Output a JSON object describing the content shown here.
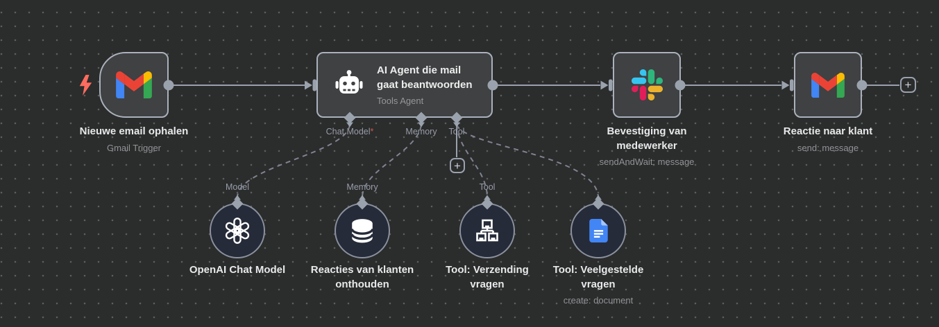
{
  "canvas": {
    "background": "#2b2c2c",
    "dot_color": "#5d5e5e",
    "accent_wire": "#9aa2ad",
    "required_color": "#cf5552"
  },
  "nodes": {
    "gmail_trigger": {
      "title": "Nieuwe email ophalen",
      "subtitle": "Gmail Trigger"
    },
    "ai_agent": {
      "title": "AI Agent die mail gaat beantwoorden",
      "subtitle": "Tools Agent",
      "ports": [
        {
          "label": "Chat Model",
          "required_mark": "*"
        },
        {
          "label": "Memory",
          "required_mark": ""
        },
        {
          "label": "Tool",
          "required_mark": ""
        }
      ]
    },
    "slack": {
      "title": "Bevestiging van medewerker",
      "subtitle": "sendAndWait: message"
    },
    "gmail_send": {
      "title": "Reactie naar klant",
      "subtitle": "send: message"
    }
  },
  "subnodes": [
    {
      "port_label": "Model",
      "title": "OpenAI Chat Model",
      "subtitle": ""
    },
    {
      "port_label": "Memory",
      "title": "Reacties van klanten onthouden",
      "subtitle": ""
    },
    {
      "port_label": "Tool",
      "title": "Tool: Verzending vragen",
      "subtitle": ""
    },
    {
      "port_label": "",
      "title": "Tool: Veelgestelde vragen",
      "subtitle": "create: document"
    }
  ],
  "buttons": {
    "add_tool_label": "+",
    "add_next_label": "+"
  }
}
